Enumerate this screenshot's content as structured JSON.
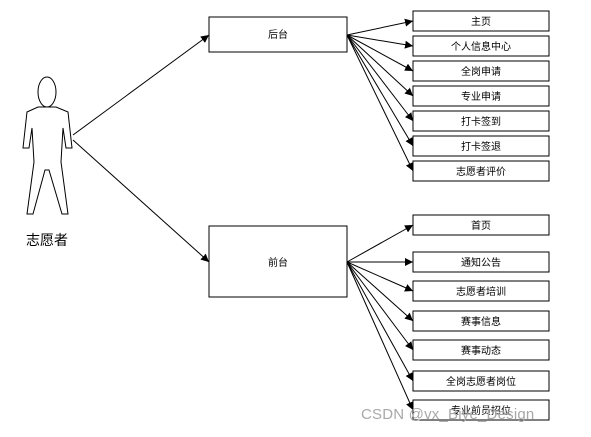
{
  "actor": {
    "label": "志愿者"
  },
  "backend": {
    "label": "后台",
    "items": [
      "主页",
      "个人信息中心",
      "全岗申请",
      "专业申请",
      "打卡签到",
      "打卡签退",
      "志愿者评价"
    ]
  },
  "frontend": {
    "label": "前台",
    "items": [
      "首页",
      "通知公告",
      "志愿者培训",
      "赛事信息",
      "赛事动态",
      "全岗志愿者岗位",
      "专业前员招位"
    ]
  },
  "watermark": "CSDN @vx_Biye_Design",
  "colors": {
    "stroke": "#000000",
    "box_fill": "#ffffff",
    "watermark": "#a8a8a8"
  }
}
